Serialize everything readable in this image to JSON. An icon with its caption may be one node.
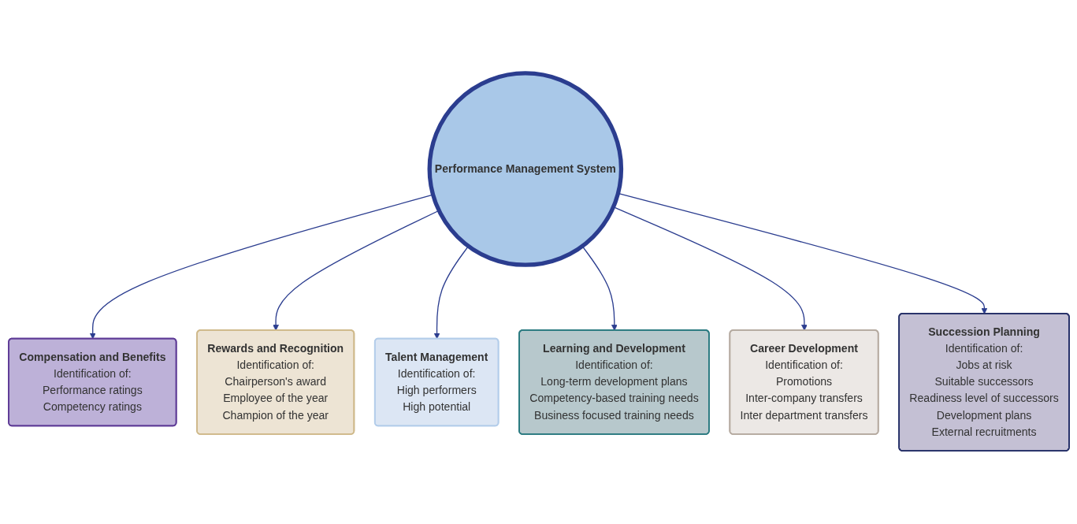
{
  "diagram": {
    "nodes": [
      {
        "text": [
          "Compensation and Benefits",
          "Identification of:",
          "Performance ratings",
          "Competency ratings"
        ]
      },
      {
        "text": [
          "Rewards and Recognition",
          "Identification of:",
          "Chairperson's award",
          "Employee of the year",
          "Champion of the year"
        ]
      },
      {
        "text": [
          "Talent Management",
          "Identification of:",
          "High performers",
          "High potential"
        ]
      },
      {
        "text": [
          "Performance Management System"
        ]
      },
      {
        "text": [
          "Learning and Development",
          "Identification of:",
          "Long-term development plans",
          "Competency-based training needs",
          "Business focused training needs"
        ]
      },
      {
        "text": [
          "Career Development",
          "Identification of:",
          "Promotions",
          "Inter-company transfers",
          "Inter department transfers"
        ]
      },
      {
        "text": [
          "Succession Planning",
          "Identification of:",
          "Jobs at risk",
          "Suitable successors",
          "Readiness level of successors",
          "Development plans",
          "External recruitments"
        ]
      }
    ],
    "edges": [
      {
        "from": 3,
        "to": 0,
        "arrow": "to"
      },
      {
        "from": 3,
        "to": 1,
        "arrow": "to"
      },
      {
        "from": 3,
        "to": 2,
        "arrow": "to"
      },
      {
        "from": 3,
        "to": 4,
        "arrow": "to"
      },
      {
        "from": 3,
        "to": 5,
        "arrow": "to"
      },
      {
        "from": 3,
        "to": 6,
        "arrow": "to"
      }
    ]
  }
}
